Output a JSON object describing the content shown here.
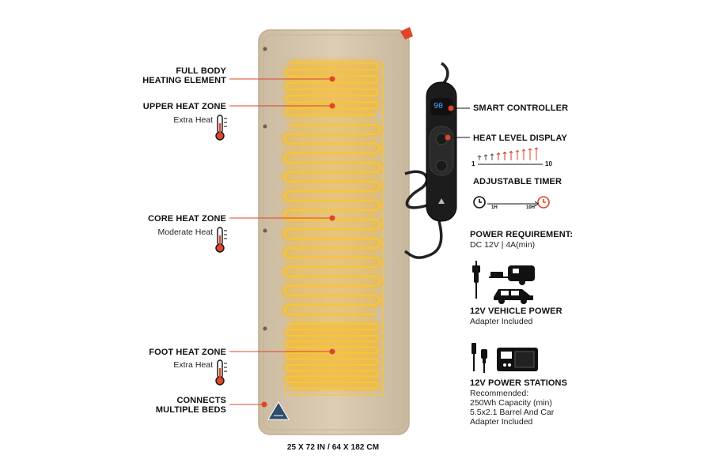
{
  "callouts_left": {
    "full_body": [
      "FULL BODY",
      "HEATING ELEMENT"
    ],
    "upper": {
      "title": "UPPER HEAT ZONE",
      "sub": "Extra Heat"
    },
    "core": {
      "title": "CORE HEAT ZONE",
      "sub": "Moderate Heat"
    },
    "foot": {
      "title": "FOOT HEAT ZONE",
      "sub": "Extra Heat"
    },
    "connects": [
      "CONNECTS",
      "MULTIPLE BEDS"
    ]
  },
  "controller": {
    "display_value": "90",
    "smart_label": "SMART CONTROLLER",
    "heat_label": "HEAT LEVEL DISPLAY",
    "heat_scale_min": "1",
    "heat_scale_max": "10",
    "timer_label": "ADJUSTABLE TIMER",
    "timer_min": "1H",
    "timer_max": "10H"
  },
  "power": {
    "requirement_title": "POWER REQUIREMENT:",
    "requirement_value": "DC 12V | 4A(min)",
    "vehicle_title": "12V VEHICLE POWER",
    "vehicle_sub": "Adapter Included",
    "stations_title": "12V POWER STATIONS",
    "stations_lines": [
      "Recommended:",
      "250Wh Capacity (min)",
      "5.5x2.1 Barrel And Car",
      "Adapter Included"
    ]
  },
  "dimensions": "25 X 72 IN / 64 X 182 CM",
  "colors": {
    "accent": "#e0452a",
    "mat": "#d6c7ae",
    "coil": "#f7c53a"
  }
}
